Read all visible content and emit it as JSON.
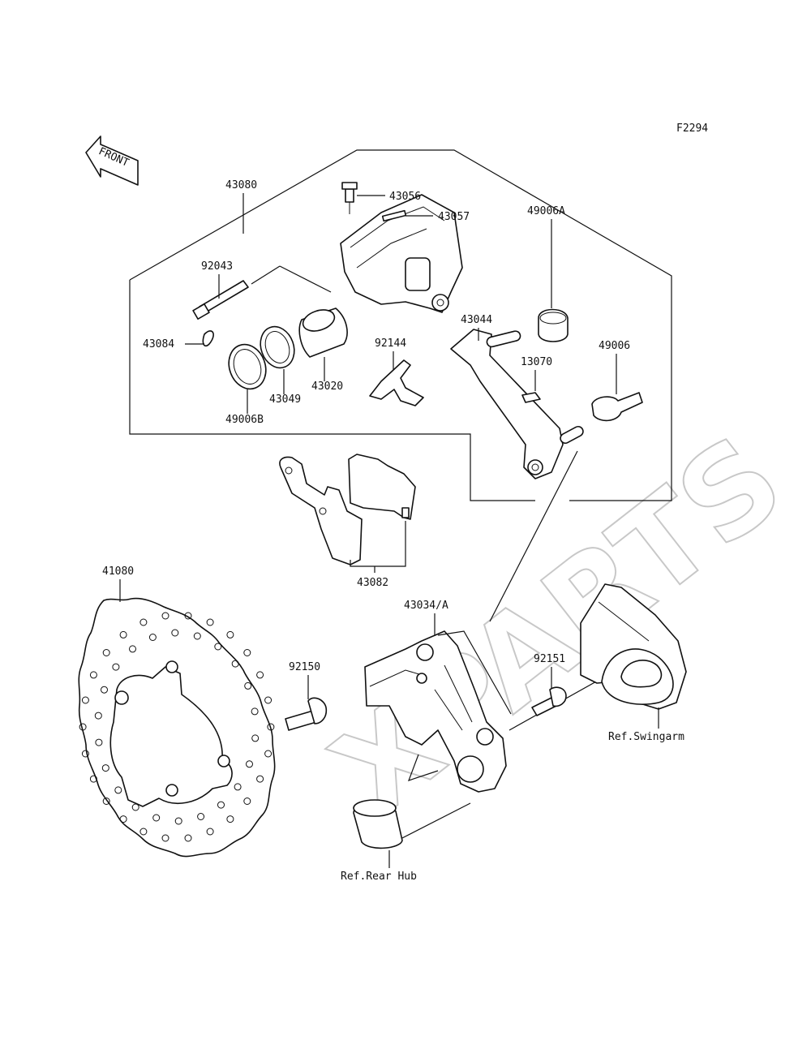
{
  "figure_code": "F2294",
  "front_label": "FRONT",
  "watermark": "XPARTS",
  "callouts": [
    {
      "id": "43080",
      "text": "43080"
    },
    {
      "id": "43056",
      "text": "43056"
    },
    {
      "id": "43057",
      "text": "43057"
    },
    {
      "id": "92043",
      "text": "92043"
    },
    {
      "id": "43084",
      "text": "43084"
    },
    {
      "id": "43020",
      "text": "43020"
    },
    {
      "id": "43049",
      "text": "43049"
    },
    {
      "id": "49006B",
      "text": "49006B"
    },
    {
      "id": "92144",
      "text": "92144"
    },
    {
      "id": "43044",
      "text": "43044"
    },
    {
      "id": "49006A",
      "text": "49006A"
    },
    {
      "id": "13070",
      "text": "13070"
    },
    {
      "id": "49006",
      "text": "49006"
    },
    {
      "id": "43082",
      "text": "43082"
    },
    {
      "id": "41080",
      "text": "41080"
    },
    {
      "id": "43034A",
      "text": "43034/A"
    },
    {
      "id": "92150",
      "text": "92150"
    },
    {
      "id": "92151",
      "text": "92151"
    }
  ],
  "references": {
    "swingarm": "Ref.Swingarm",
    "rear_hub": "Ref.Rear Hub"
  }
}
